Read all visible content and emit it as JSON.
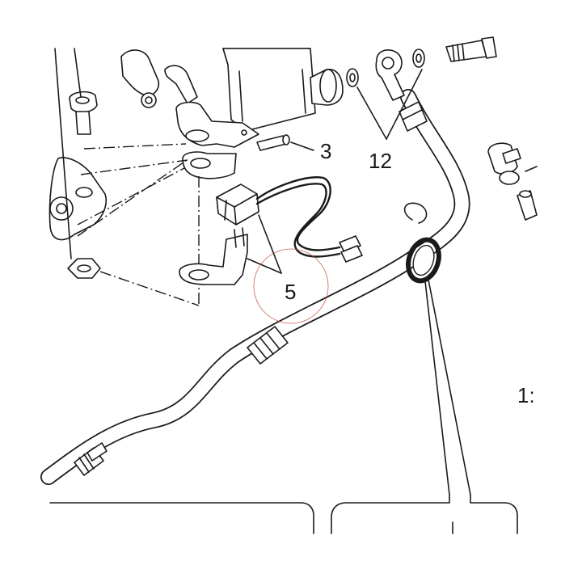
{
  "callouts": {
    "c3": "3",
    "c5": "5",
    "c12": "12",
    "c13": "1:"
  },
  "colors": {
    "ink": "#1a1a1a",
    "highlight-circle": "#c0392b",
    "background": "#ffffff"
  }
}
